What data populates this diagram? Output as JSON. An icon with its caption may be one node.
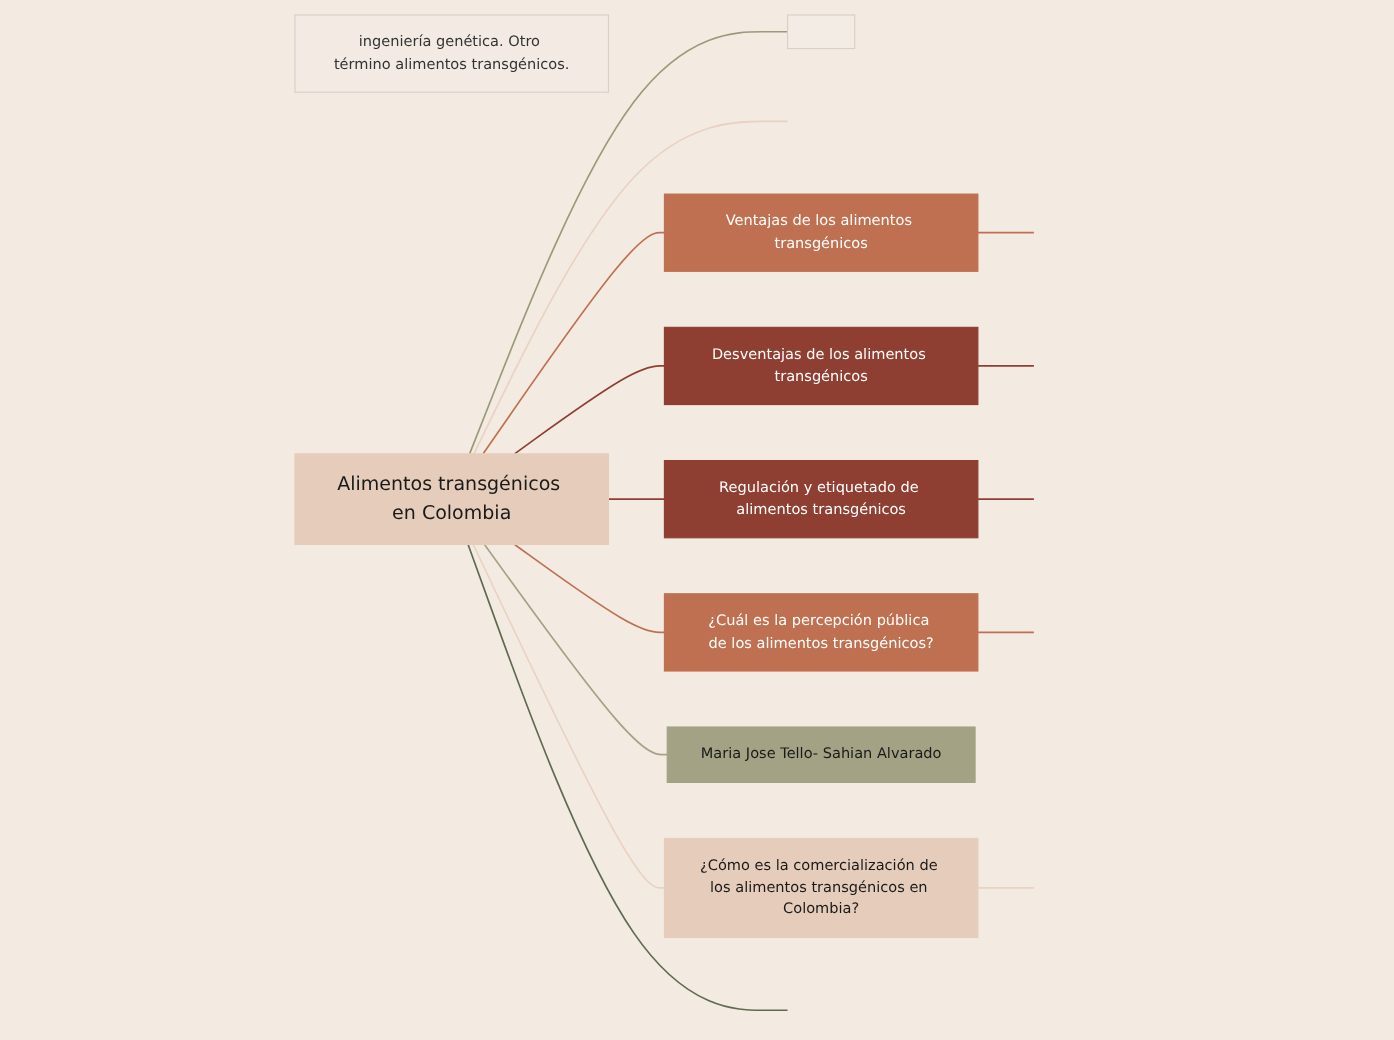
{
  "diagram": {
    "nodes": [
      {
        "text": [
          "Alimentos transgénicos en Colombia"
        ]
      },
      {
        "text": [],
        "shape": "box"
      },
      {
        "text": [
          "ingeniería genética. Otro término alimentos transgénicos."
        ]
      },
      {
        "text": [
          "Ventajas de los alimentos transgénicos"
        ]
      },
      {
        "text": [
          "Desventajas de los alimentos transgénicos"
        ]
      },
      {
        "text": [
          "Regulación y etiquetado de alimentos transgénicos"
        ]
      },
      {
        "text": [
          "¿Cuál es la percepción pública de los alimentos transgénicos?"
        ]
      },
      {
        "text": [
          "Maria Jose Tello- Sahian Alvarado"
        ]
      },
      {
        "text": [
          "¿Cómo es la comercialización de los alimentos transgénicos en Colombia?"
        ]
      }
    ],
    "edges": [
      {
        "from": 0,
        "to": 1,
        "arrow": "none",
        "color": "#9b9a78"
      },
      {
        "from": 0,
        "to": null,
        "arrow": "none",
        "color": "#ead2c2"
      },
      {
        "from": 0,
        "to": 3,
        "arrow": "none",
        "color": "#bf7050"
      },
      {
        "from": 0,
        "to": 4,
        "arrow": "none",
        "color": "#8e3f32"
      },
      {
        "from": 0,
        "to": 5,
        "arrow": "none",
        "color": "#8e3f32"
      },
      {
        "from": 0,
        "to": 6,
        "arrow": "none",
        "color": "#bf7050"
      },
      {
        "from": 0,
        "to": 7,
        "arrow": "none",
        "color": "#a3a285"
      },
      {
        "from": 0,
        "to": 8,
        "arrow": "none",
        "color": "#ead2c2"
      },
      {
        "from": 0,
        "to": null,
        "arrow": "none",
        "color": "#5f6b4f"
      },
      {
        "from": 3,
        "to": null,
        "arrow": "none",
        "color": "#bf7050"
      },
      {
        "from": 4,
        "to": null,
        "arrow": "none",
        "color": "#8e3f32"
      },
      {
        "from": 5,
        "to": null,
        "arrow": "none",
        "color": "#8e3f32"
      },
      {
        "from": 6,
        "to": null,
        "arrow": "none",
        "color": "#bf7050"
      },
      {
        "from": 8,
        "to": null,
        "arrow": "none",
        "color": "#ead2c2"
      }
    ]
  }
}
